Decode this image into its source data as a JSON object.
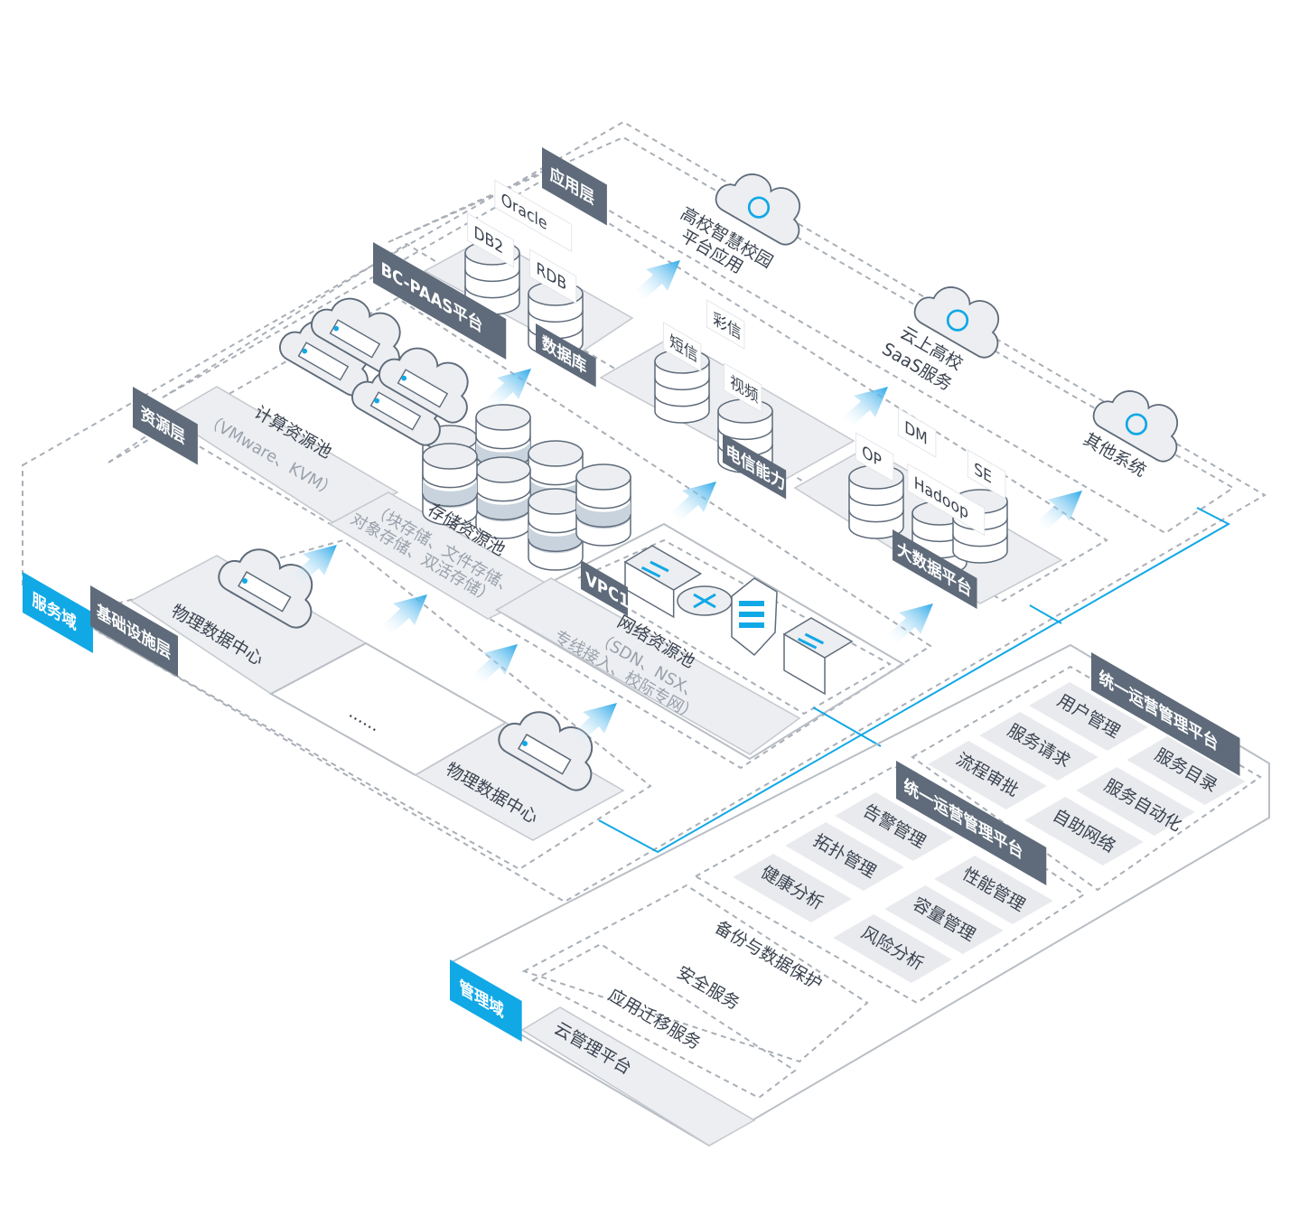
{
  "colors": {
    "tab": "#5f6b7a",
    "domain_tab": "#11a8e6",
    "line": "#11a8e6",
    "panel": "#eceef1"
  },
  "service_domain": {
    "label": "服务域",
    "layers": {
      "application": "应用层",
      "paas": "BC-PAAS平台",
      "resource": "资源层",
      "infra": "基础设施层"
    }
  },
  "applications": [
    {
      "line1": "高校智慧校园",
      "line2": "平台应用",
      "icon": "smart-campus-icon"
    },
    {
      "line1": "云上高校",
      "line2": "SaaS服务",
      "icon": "flag-icon"
    },
    {
      "line1": "其他系统",
      "line2": "",
      "icon": "presentation-icon"
    }
  ],
  "paas": {
    "database": {
      "label": "数据库",
      "items": [
        "Oracle",
        "DB2",
        "RDB"
      ]
    },
    "telecom": {
      "label": "电信能力",
      "items": [
        "彩信",
        "短信",
        "视频"
      ]
    },
    "bigdata": {
      "label": "大数据平台",
      "items": [
        "DM",
        "OP",
        "SE",
        "Hadoop"
      ]
    }
  },
  "resource": {
    "compute": {
      "title": "计算资源池",
      "sub": "（VMware、KVM）"
    },
    "storage": {
      "title": "存储资源池",
      "sub1": "（块存储、文件存储、",
      "sub2": "对象存储、双活存储）"
    },
    "vpc": "VPC1",
    "network": {
      "title": "网络资源池",
      "sub1": "（SDN、NSX、",
      "sub2": "专线接入、校际专网）"
    }
  },
  "infra": [
    "物理数据中心",
    "......",
    "物理数据中心"
  ],
  "management": {
    "label": "管理域",
    "platform": "云管理平台",
    "services": [
      "备份与数据保护",
      "安全服务",
      "应用迁移服务"
    ],
    "ops_a": {
      "title": "统一运营管理平台",
      "items": [
        "告警管理",
        "拓扑管理",
        "健康分析",
        "性能管理",
        "容量管理",
        "风险分析"
      ]
    },
    "ops_b": {
      "title": "统一运营管理平台",
      "items": [
        "用户管理",
        "服务请求",
        "流程审批",
        "服务目录",
        "服务自动化",
        "自助网络"
      ]
    }
  }
}
